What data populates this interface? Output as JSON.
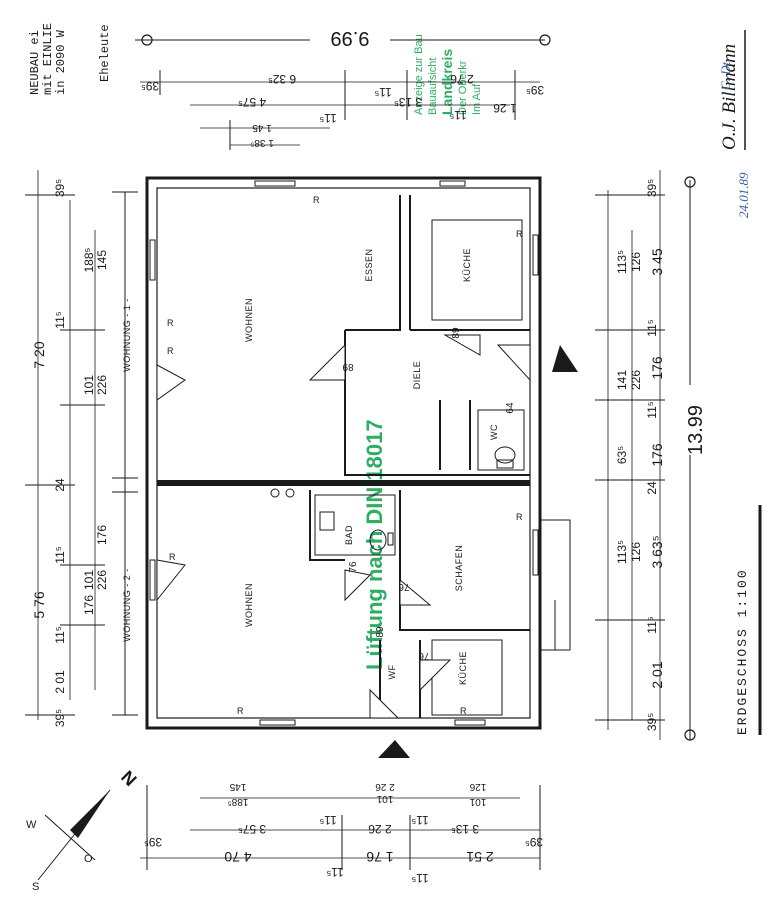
{
  "title_block": {
    "line1": "NEUBAU ei",
    "line2": "mit EINLIE",
    "line3": "in 2090 W",
    "owners": "Eheleute"
  },
  "stamp": {
    "line1": "Anzeige zur Bau",
    "line2": "Bauaufsicht",
    "line3": "Landkreis",
    "line4": "Der Oberkr",
    "line5": "Im Auf",
    "overlay": "Lüftung nach DIN 18017"
  },
  "signature": {
    "name": "O.J. Billmann",
    "initials": "C. Dt.",
    "date": "24.01.89"
  },
  "rooms": {
    "wohnen1": "WOHNEN",
    "essen": "ESSEN",
    "kueche1": "KÜCHE",
    "diele": "DIELE",
    "wc": "WC",
    "bad": "BAD",
    "wohnen2": "WOHNEN",
    "schlafen": "SCHAFEN",
    "kueche2": "KÜCHE",
    "wf": "WF",
    "wohnung1": "WOHNUNG - 1 -",
    "wohnung2": "WOHNUNG - 2 -"
  },
  "door_widths": [
    "89",
    "89",
    "64",
    "76",
    "76",
    "76",
    "89"
  ],
  "radiator_mark": "R",
  "plan_label": "ERDGESCHOSS 1:100",
  "overall": {
    "length": "13.99",
    "width": "9.99"
  },
  "dims_left": {
    "total_w1": "7 20",
    "total_w2": "5 76",
    "seg": [
      "39⁵",
      "188⁵",
      "145",
      "11⁵",
      "101",
      "226",
      "24",
      "176",
      "11⁵",
      "101",
      "226",
      "176",
      "11⁵",
      "2 01",
      "39⁵"
    ]
  },
  "dims_right": {
    "seg": [
      "39⁵",
      "113⁵",
      "126",
      "3 45",
      "11⁵",
      "141",
      "226",
      "176",
      "11⁵",
      "63⁵",
      "176",
      "24",
      "113⁵",
      "126",
      "3 63⁵",
      "11⁵",
      "2 01",
      "39⁵"
    ]
  },
  "dims_top": {
    "outer": [
      "39⁵",
      "6 32⁵",
      "11⁵",
      "2 76",
      "39⁵"
    ],
    "inner": [
      "4 57⁵",
      "11⁵",
      "3 13⁵",
      "11⁵",
      "1 26"
    ],
    "windows": [
      "1 45",
      "1 38⁵"
    ]
  },
  "dims_bottom": {
    "windows": [
      "145",
      "188⁵",
      "101",
      "2 26",
      "126",
      "101"
    ],
    "inner": [
      "3 57⁵",
      "11⁵",
      "2 26",
      "11⁵",
      "3 13⁵",
      "39⁵"
    ],
    "outer": [
      "4 70",
      "11⁵",
      "1 76",
      "11⁵",
      "2 51",
      "39⁵"
    ]
  },
  "compass": {
    "north": "N",
    "east": "O",
    "south": "S",
    "west": "W"
  }
}
